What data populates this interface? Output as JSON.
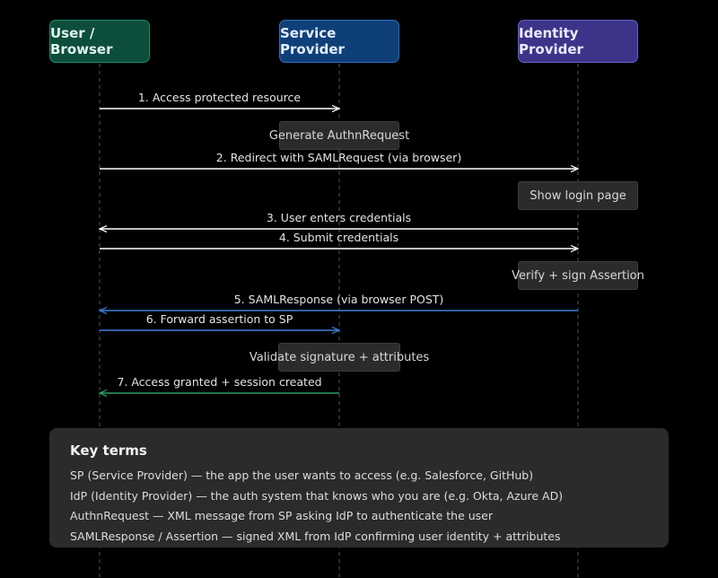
{
  "actors": [
    {
      "label": "User / Browser",
      "bg": "#0d4d3c",
      "border": "#1f8a6a",
      "color": "#dff5ec"
    },
    {
      "label": "Service Provider",
      "bg": "#0f3f78",
      "border": "#2f6fc0",
      "color": "#e2eeff"
    },
    {
      "label": "Identity Provider",
      "bg": "#3c3488",
      "border": "#6a5fd0",
      "color": "#ece9ff"
    }
  ],
  "notes": [
    {
      "label": "Generate AuthnRequest",
      "actor": 1
    },
    {
      "label": "Show login page",
      "actor": 2
    },
    {
      "label": "Verify + sign Assertion",
      "actor": 2
    },
    {
      "label": "Validate signature + attributes",
      "actor": 1
    }
  ],
  "messages": [
    {
      "label": "1. Access protected resource",
      "from": 0,
      "to": 1,
      "color": "#ffffff"
    },
    {
      "label": "2. Redirect with SAMLRequest (via browser)",
      "from": 0,
      "to": 2,
      "color": "#ffffff"
    },
    {
      "label": "3. User enters credentials",
      "from": 2,
      "to": 0,
      "color": "#ffffff"
    },
    {
      "label": "4. Submit credentials",
      "from": 0,
      "to": 2,
      "color": "#ffffff"
    },
    {
      "label": "5. SAMLResponse (via browser POST)",
      "from": 2,
      "to": 0,
      "color": "#3d7fd9"
    },
    {
      "label": "6. Forward assertion to SP",
      "from": 0,
      "to": 1,
      "color": "#3d7fd9"
    },
    {
      "label": "7. Access granted + session created",
      "from": 1,
      "to": 0,
      "color": "#2e9e6a"
    }
  ],
  "key_terms": {
    "title": "Key terms",
    "lines": [
      "SP (Service Provider) — the app the user wants to access (e.g. Salesforce, GitHub)",
      "IdP (Identity Provider) — the auth system that knows who you are (e.g. Okta, Azure AD)",
      "AuthnRequest — XML message from SP asking IdP to authenticate the user",
      "SAMLResponse / Assertion — signed XML from IdP confirming user identity + attributes"
    ]
  }
}
